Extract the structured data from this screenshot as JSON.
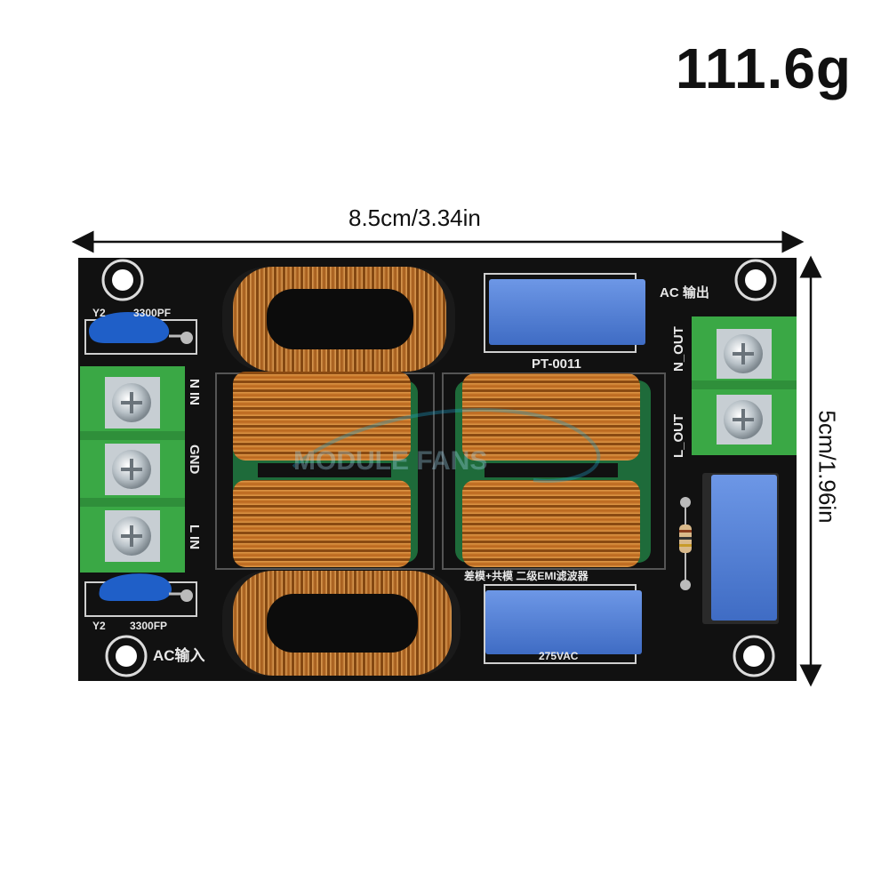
{
  "product": {
    "weight": "111.6g",
    "width_label": "8.5cm/3.34in",
    "height_label": "5cm/1.96in"
  },
  "silkscreen": {
    "y2_top": "Y2",
    "cap_top": "3300PF",
    "y2_bottom": "Y2",
    "cap_bottom": "3300FP",
    "ac_in": "AC输入",
    "ac_out": "AC 输出",
    "n_out": "N_OUT",
    "l_out": "L_OUT",
    "n_in": "N IN",
    "gnd": "GND",
    "l_in": "L IN",
    "part_number": "PT-0011",
    "board_desc": "差模+共模 二级EMI滤波器",
    "voltage": "275VAC",
    "watermark": "MODULE FANS"
  },
  "colors": {
    "pcb": "#111111",
    "terminal": "#3aa845",
    "copper": "#c8782a",
    "capacitor": "#4f7fd6",
    "y_cap": "#1f5fc8"
  }
}
